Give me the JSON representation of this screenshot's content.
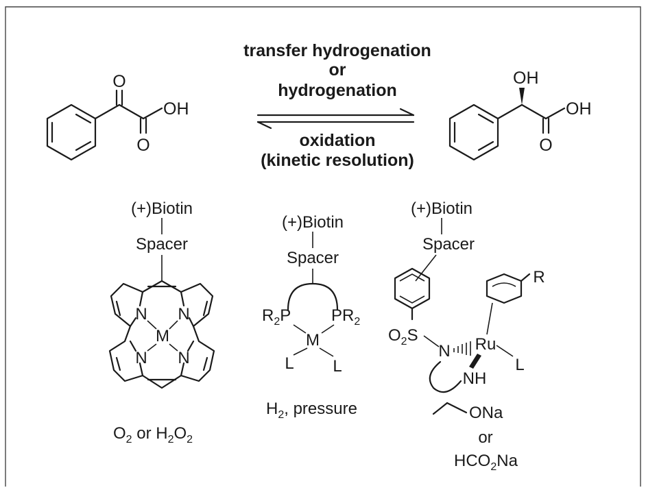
{
  "scheme": {
    "forward_conditions": [
      "transfer hydrogenation",
      "or",
      "hydrogenation"
    ],
    "reverse_conditions": [
      "oxidation",
      "(kinetic resolution)"
    ]
  },
  "reactant": {
    "atoms": {
      "carbonyl_o": "O",
      "acid_o": "O",
      "hydroxyl": "OH"
    }
  },
  "product": {
    "atoms": {
      "alcohol": "OH",
      "acid_o": "O",
      "hydroxyl": "OH"
    }
  },
  "catalysts": [
    {
      "anchor": "(+)Biotin",
      "spacer": "Spacer",
      "atoms": {
        "metal": "M",
        "n1": "N",
        "n2": "N",
        "n3": "N",
        "n4": "N"
      },
      "conditions": {
        "main": "O",
        "sub1": "2",
        "mid": " or H",
        "sub2": "2",
        "mid2": "O",
        "sub3": "2"
      }
    },
    {
      "anchor": "(+)Biotin",
      "spacer": "Spacer",
      "atoms": {
        "p_left_main": "R",
        "p_left_sub": "2",
        "p_left_end": "P",
        "p_right_main": "PR",
        "p_right_sub": "2",
        "metal": "M",
        "l1": "L",
        "l2": "L"
      },
      "conditions": {
        "main": "H",
        "sub": "2",
        "rest": ", pressure"
      }
    },
    {
      "anchor": "(+)Biotin",
      "spacer": "Spacer",
      "atoms": {
        "o2s_main": "O",
        "o2s_sub": "2",
        "o2s_end": "S",
        "n": "N",
        "ru": "Ru",
        "r": "R",
        "l": "L",
        "nh": "NH"
      },
      "conditions": {
        "line1": "ONa",
        "line2": "or",
        "line3_main": "HCO",
        "line3_sub": "2",
        "line3_end": "Na"
      }
    }
  ]
}
